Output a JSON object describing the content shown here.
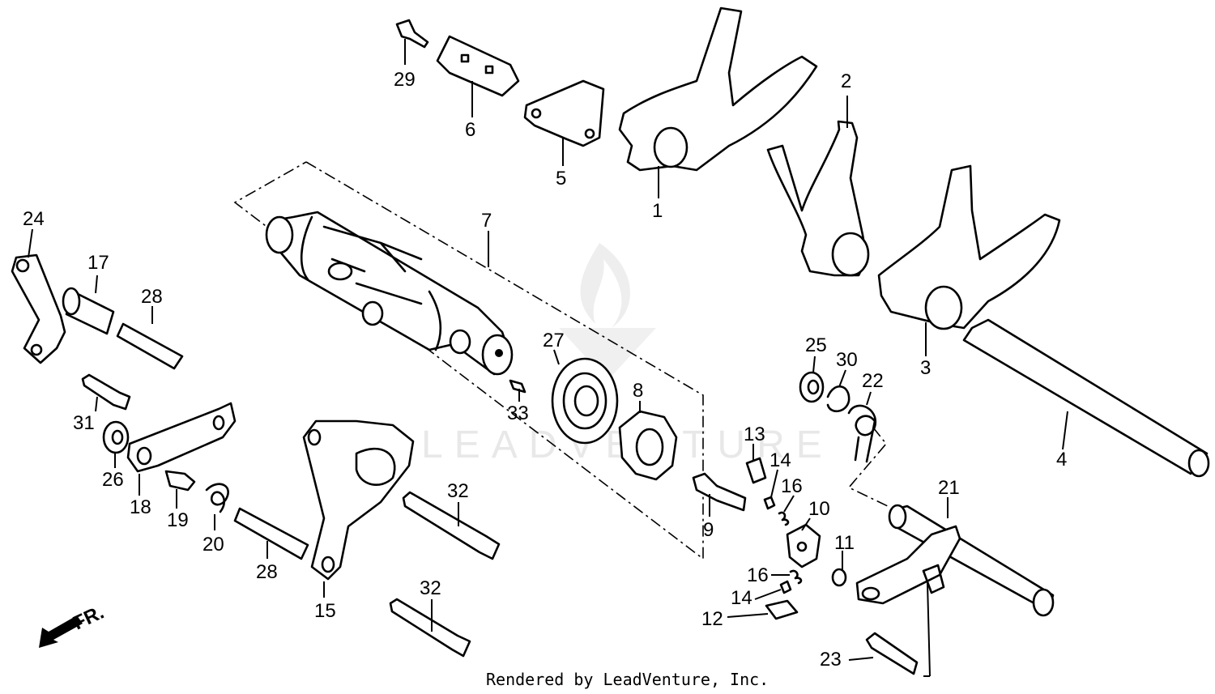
{
  "footer": "Rendered by LeadVenture, Inc.",
  "watermark": "LEADVENTURE",
  "direction_label": "FR.",
  "callouts": [
    "1",
    "2",
    "3",
    "4",
    "5",
    "6",
    "7",
    "8",
    "9",
    "10",
    "11",
    "12",
    "13",
    "14",
    "14",
    "16",
    "16",
    "15",
    "17",
    "18",
    "19",
    "20",
    "21",
    "22",
    "23",
    "24",
    "25",
    "26",
    "27",
    "28",
    "28",
    "29",
    "30",
    "31",
    "32",
    "32",
    "33"
  ]
}
